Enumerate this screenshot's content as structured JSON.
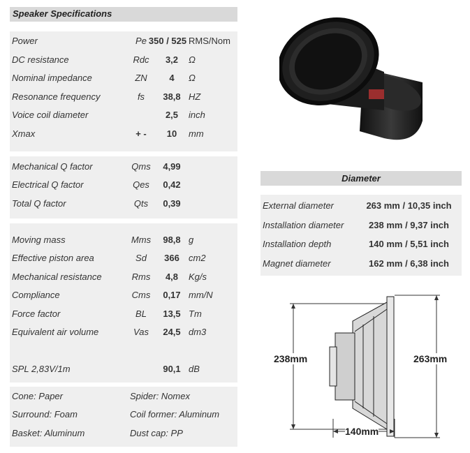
{
  "specs": {
    "title": "Speaker Specifications",
    "group1": [
      {
        "label": "Power",
        "symbol": "Pe",
        "value": "350 / 525",
        "unit": "RMS/Nom"
      },
      {
        "label": "DC resistance",
        "symbol": "Rdc",
        "value": "3,2",
        "unit": "Ω"
      },
      {
        "label": "Nominal impedance",
        "symbol": "ZN",
        "value": "4",
        "unit": "Ω"
      },
      {
        "label": "Resonance frequency",
        "symbol": "fs",
        "value": "38,8",
        "unit": "HZ"
      },
      {
        "label": "Voice coil diameter",
        "symbol": "",
        "value": "2,5",
        "unit": "inch"
      },
      {
        "label": "Xmax",
        "symbol": "+ -",
        "value": "10",
        "unit": "mm"
      }
    ],
    "group2": [
      {
        "label": "Mechanical Q factor",
        "symbol": "Qms",
        "value": "4,99",
        "unit": ""
      },
      {
        "label": "Electrical Q factor",
        "symbol": "Qes",
        "value": "0,42",
        "unit": ""
      },
      {
        "label": "Total Q factor",
        "symbol": "Qts",
        "value": "0,39",
        "unit": ""
      }
    ],
    "group3": [
      {
        "label": "Moving mass",
        "symbol": "Mms",
        "value": "98,8",
        "unit": "g"
      },
      {
        "label": "Effective piston area",
        "symbol": "Sd",
        "value": "366",
        "unit": "cm2"
      },
      {
        "label": "Mechanical resistance",
        "symbol": "Rms",
        "value": "4,8",
        "unit": "Kg/s"
      },
      {
        "label": "Compliance",
        "symbol": "Cms",
        "value": "0,17",
        "unit": "mm/N"
      },
      {
        "label": "Force factor",
        "symbol": "BL",
        "value": "13,5",
        "unit": "Tm"
      },
      {
        "label": "Equivalent air volume",
        "symbol": "Vas",
        "value": "24,5",
        "unit": "dm3"
      }
    ],
    "spl": {
      "label": "SPL 2,83V/1m",
      "value": "90,1",
      "unit": "dB"
    }
  },
  "materials": {
    "cone": "Cone: Paper",
    "spider": "Spider: Nomex",
    "surround": "Surround: Foam",
    "coil_former": "Coil former: Aluminum",
    "basket": "Basket: Aluminum",
    "dust_cap": "Dust cap: PP"
  },
  "diameter": {
    "title": "Diameter",
    "rows": [
      {
        "label": "External diameter",
        "value": "263 mm / 10,35 inch"
      },
      {
        "label": "Installation diameter",
        "value": "238 mm / 9,37 inch"
      },
      {
        "label": "Installation depth",
        "value": "140 mm / 5,51 inch"
      },
      {
        "label": "Magnet diameter",
        "value": "162 mm / 6,38 inch"
      }
    ]
  },
  "drawing": {
    "left_dim": "238mm",
    "right_dim": "263mm",
    "bottom_dim": "140mm"
  }
}
